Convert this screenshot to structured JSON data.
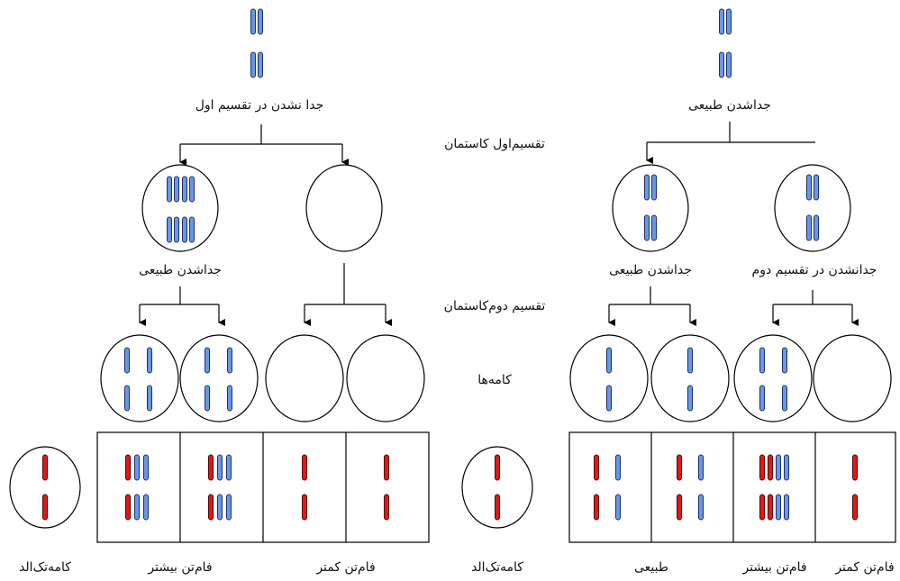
{
  "colors": {
    "chromosome_blue": "#6a96e6",
    "chromosome_red": "#e01818",
    "outline": "#000000"
  },
  "left_panel": {
    "top_label": "جدا نشدن در تقسیم اول",
    "cell_caption": "جداشدن طبیعی",
    "bottom_label_1": "فام‌تن بیشتر",
    "bottom_label_2": "فام‌تن کمتر",
    "haploid_label": "کامه‌تک‌الد"
  },
  "right_panel": {
    "top_label": "جداشدن طبیعی",
    "cell_caption_1": "جداشدن طبیعی",
    "cell_caption_2": "جدانشدن در تقسیم دوم",
    "bottom_label_1": "طبیعی",
    "bottom_label_2": "فام‌تن بیشتر",
    "bottom_label_3": "فام‌تن کمتر",
    "haploid_label": "کامه‌تک‌الد"
  },
  "center_labels": {
    "meiosis_1": "تقسیم‌اول کاستمان",
    "meiosis_2": "تقسیم دوم‌کاستمان",
    "gametes": "کامه‌ها"
  }
}
